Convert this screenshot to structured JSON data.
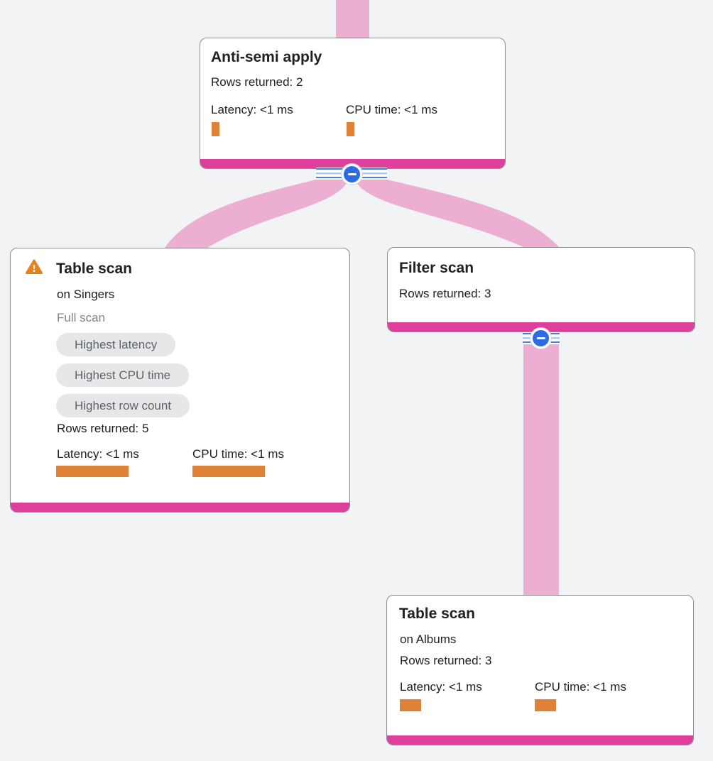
{
  "colors": {
    "background": "#f1f3f4",
    "edge_pink": "#ecafd1",
    "node_accent_pink": "#dd3f9b",
    "metric_bar_orange": "#dd8236",
    "collapse_button_blue": "#2b6ce0",
    "warning_orange": "#e5821e",
    "badge_background": "#e6e7e9",
    "badge_text": "#5f6368",
    "muted_text": "#80868b",
    "text": "#202124"
  },
  "nodes": {
    "anti_semi_apply": {
      "title": "Anti-semi apply",
      "rows_returned": "Rows returned: 2",
      "latency_label": "Latency: <1 ms",
      "cpu_label": "CPU time: <1 ms"
    },
    "table_scan_singers": {
      "title": "Table scan",
      "target": "on Singers",
      "scan_mode": "Full scan",
      "badges": [
        "Highest latency",
        "Highest CPU time",
        "Highest row count"
      ],
      "rows_returned": "Rows returned: 5",
      "latency_label": "Latency: <1 ms",
      "cpu_label": "CPU time: <1 ms"
    },
    "filter_scan": {
      "title": "Filter scan",
      "rows_returned": "Rows returned: 3"
    },
    "table_scan_albums": {
      "title": "Table scan",
      "target": "on Albums",
      "rows_returned": "Rows returned: 3",
      "latency_label": "Latency: <1 ms",
      "cpu_label": "CPU time: <1 ms"
    }
  },
  "icons": {
    "warning": "warning-triangle-icon",
    "collapse": "collapse-minus-icon"
  }
}
